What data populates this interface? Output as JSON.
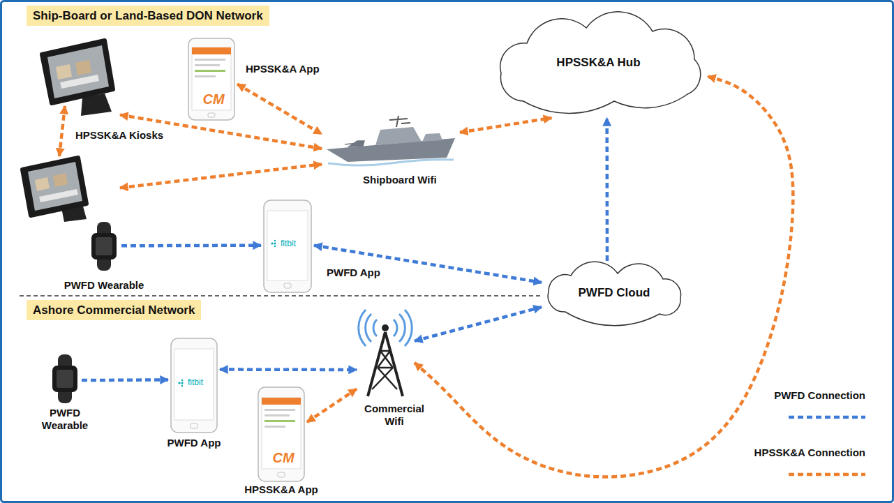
{
  "diagram": {
    "nodes": [
      {
        "text": [
          "Ship-Board or Land-Based DON Network"
        ]
      },
      {
        "text": [
          "HPSSK&A Kiosks"
        ]
      },
      {
        "text": [
          "HPSSK&A App"
        ]
      },
      {
        "text": [
          "HPSSK&A Hub"
        ]
      },
      {
        "text": [
          "Shipboard Wifi"
        ]
      },
      {
        "text": [
          "PWFD Wearable"
        ]
      },
      {
        "text": [
          "PWFD App"
        ]
      },
      {
        "text": [
          "PWFD Cloud"
        ]
      },
      {
        "text": [
          "Ashore Commercial Network"
        ]
      },
      {
        "text": [
          "Commercial Wifi"
        ]
      },
      {
        "text": [
          "PWFD Wearable"
        ]
      },
      {
        "text": [
          "PWFD App"
        ]
      },
      {
        "text": [
          "HPSSK&A App"
        ]
      }
    ],
    "edges": [
      {
        "from": 1,
        "to": 4,
        "arrow": "both"
      },
      {
        "from": 1,
        "to": 4,
        "arrow": "both"
      },
      {
        "from": 2,
        "to": 4,
        "arrow": "both"
      },
      {
        "from": 4,
        "to": 3,
        "arrow": "both"
      },
      {
        "from": 5,
        "to": 6,
        "arrow": "to"
      },
      {
        "from": 6,
        "to": 7,
        "arrow": "both"
      },
      {
        "from": 7,
        "to": 3,
        "arrow": "to"
      },
      {
        "from": 10,
        "to": 11,
        "arrow": "to"
      },
      {
        "from": 11,
        "to": 9,
        "arrow": "both"
      },
      {
        "from": 12,
        "to": 9,
        "arrow": "both"
      },
      {
        "from": 9,
        "to": 7,
        "arrow": "both"
      },
      {
        "from": 9,
        "to": 3,
        "arrow": "both"
      }
    ],
    "labels": [
      "CM",
      "fitbit",
      "fitbit",
      "CM"
    ],
    "legend": [
      {
        "text": "PWFD Connection"
      },
      {
        "text": "HPSSK&A Connection"
      }
    ]
  }
}
